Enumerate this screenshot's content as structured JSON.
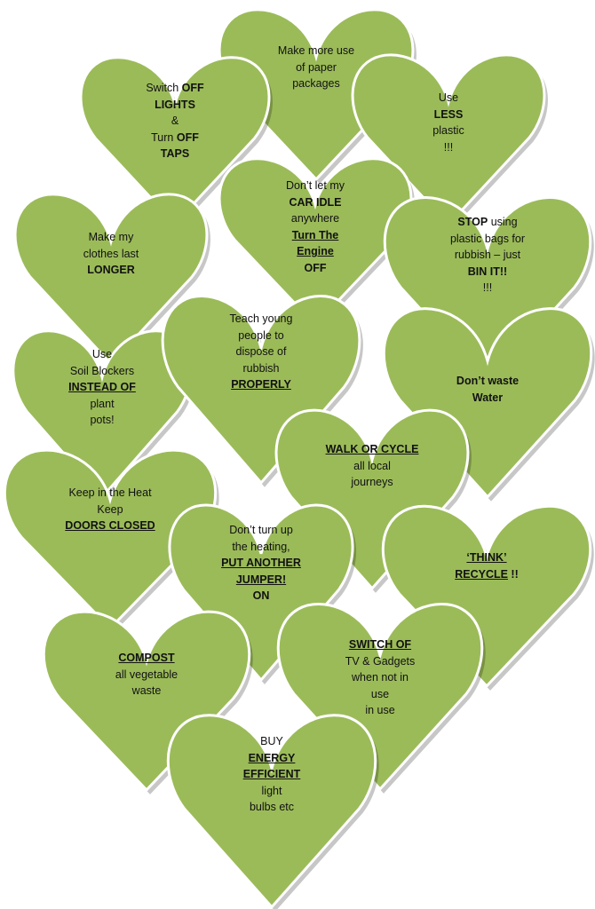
{
  "theme": {
    "heart_fill": "#9bbb59",
    "heart_stroke": "#ffffff",
    "text_color": "#111111"
  },
  "hearts": [
    {
      "name": "heart-paper-packages",
      "lines": [
        [
          {
            "t": "Make more use"
          }
        ],
        [
          {
            "t": "of paper"
          }
        ],
        [
          {
            "t": "packages"
          }
        ]
      ]
    },
    {
      "name": "heart-switch-off-lights",
      "lines": [
        [
          {
            "t": "Switch "
          },
          {
            "t": "OFF",
            "b": true
          }
        ],
        [
          {
            "t": "LIGHTS",
            "b": true
          }
        ],
        [
          {
            "t": "&"
          }
        ],
        [
          {
            "t": "Turn "
          },
          {
            "t": "OFF",
            "b": true
          }
        ],
        [
          {
            "t": "TAPS",
            "b": true
          }
        ]
      ]
    },
    {
      "name": "heart-use-less-plastic",
      "lines": [
        [
          {
            "t": "Use"
          }
        ],
        [
          {
            "t": "LESS",
            "b": true
          }
        ],
        [
          {
            "t": "plastic"
          }
        ],
        [
          {
            "t": "!!!"
          }
        ]
      ]
    },
    {
      "name": "heart-car-idle",
      "lines": [
        [
          {
            "t": "Don’t let my"
          }
        ],
        [
          {
            "t": "CAR IDLE",
            "b": true
          }
        ],
        [
          {
            "t": "anywhere"
          }
        ],
        [
          {
            "t": "Turn The",
            "b": true,
            "u": true
          }
        ],
        [
          {
            "t": "Engine",
            "b": true,
            "u": true
          }
        ],
        [
          {
            "t": "OFF",
            "b": true
          }
        ]
      ]
    },
    {
      "name": "heart-clothes-longer",
      "lines": [
        [
          {
            "t": "Make my"
          }
        ],
        [
          {
            "t": "clothes last"
          }
        ],
        [
          {
            "t": "LONGER",
            "b": true
          }
        ]
      ]
    },
    {
      "name": "heart-stop-plastic-bags",
      "lines": [
        [
          {
            "t": "STOP",
            "b": true
          },
          {
            "t": " using"
          }
        ],
        [
          {
            "t": "plastic bags for"
          }
        ],
        [
          {
            "t": "rubbish – just"
          }
        ],
        [
          {
            "t": "BIN IT!!",
            "b": true
          }
        ],
        [
          {
            "t": "!!!"
          }
        ]
      ]
    },
    {
      "name": "heart-soil-blockers",
      "lines": [
        [
          {
            "t": "Use"
          }
        ],
        [
          {
            "t": "Soil Blockers"
          }
        ],
        [
          {
            "t": "INSTEAD OF",
            "b": true,
            "u": true
          }
        ],
        [
          {
            "t": "plant"
          }
        ],
        [
          {
            "t": "pots!"
          }
        ]
      ]
    },
    {
      "name": "heart-teach-young-people",
      "lines": [
        [
          {
            "t": "Teach young"
          }
        ],
        [
          {
            "t": "people to"
          }
        ],
        [
          {
            "t": "dispose of"
          }
        ],
        [
          {
            "t": "rubbish"
          }
        ],
        [
          {
            "t": "PROPERLY",
            "b": true,
            "u": true
          }
        ]
      ]
    },
    {
      "name": "heart-dont-waste-water",
      "lines": [
        [
          {
            "t": "Don’t waste",
            "b": true
          }
        ],
        [
          {
            "t": "Water",
            "b": true
          }
        ]
      ]
    },
    {
      "name": "heart-walk-or-cycle",
      "lines": [
        [
          {
            "t": "WALK OR CYCLE",
            "b": true,
            "u": true
          }
        ],
        [
          {
            "t": "all local"
          }
        ],
        [
          {
            "t": "journeys"
          }
        ]
      ]
    },
    {
      "name": "heart-keep-heat",
      "lines": [
        [
          {
            "t": "Keep in the Heat"
          }
        ],
        [
          {
            "t": "Keep"
          }
        ],
        [
          {
            "t": "DOORS CLOSED",
            "b": true,
            "u": true
          }
        ]
      ]
    },
    {
      "name": "heart-another-jumper",
      "lines": [
        [
          {
            "t": "Don’t turn up"
          }
        ],
        [
          {
            "t": "the heating,"
          }
        ],
        [
          {
            "t": "PUT ANOTHER",
            "b": true,
            "u": true
          }
        ],
        [
          {
            "t": "JUMPER!",
            "b": true,
            "u": true
          }
        ],
        [
          {
            "t": "ON",
            "b": true
          }
        ]
      ]
    },
    {
      "name": "heart-think-recycle",
      "lines": [
        [
          {
            "t": "‘THINK’",
            "b": true,
            "u": true
          }
        ],
        [
          {
            "t": "RECYCLE",
            "b": true,
            "u": true
          },
          {
            "t": " !!",
            "b": true
          }
        ]
      ]
    },
    {
      "name": "heart-compost",
      "lines": [
        [
          {
            "t": "COMPOST",
            "b": true,
            "u": true
          }
        ],
        [
          {
            "t": "all vegetable"
          }
        ],
        [
          {
            "t": "waste"
          }
        ]
      ]
    },
    {
      "name": "heart-switch-off-tv",
      "lines": [
        [
          {
            "t": "SWITCH OF",
            "b": true,
            "u": true
          }
        ],
        [
          {
            "t": "TV & Gadgets"
          }
        ],
        [
          {
            "t": "when not in"
          }
        ],
        [
          {
            "t": "use"
          }
        ],
        [
          {
            "t": "in use"
          }
        ]
      ]
    },
    {
      "name": "heart-energy-efficient",
      "lines": [
        [
          {
            "t": "BUY"
          }
        ],
        [
          {
            "t": "ENERGY",
            "b": true,
            "u": true
          }
        ],
        [
          {
            "t": "EFFICIENT",
            "b": true,
            "u": true
          }
        ],
        [
          {
            "t": "light"
          }
        ],
        [
          {
            "t": "bulbs etc"
          }
        ]
      ]
    }
  ]
}
